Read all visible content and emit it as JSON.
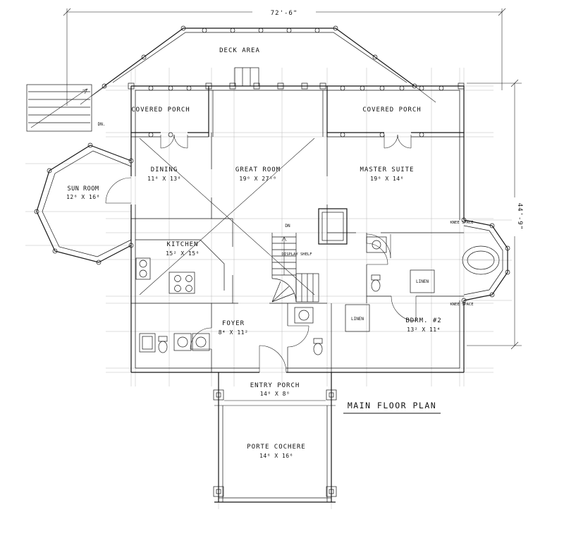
{
  "drawing": {
    "title": "MAIN FLOOR PLAN",
    "dims": {
      "width": "72'-6\"",
      "depth": "44'-9\""
    },
    "areas": {
      "deck": {
        "name": "DECK AREA"
      },
      "covered_porch_left": {
        "name": "COVERED PORCH"
      },
      "covered_porch_right": {
        "name": "COVERED PORCH"
      },
      "sun_room": {
        "name": "SUN ROOM",
        "dims": "12⁶ X 16⁸"
      },
      "dining": {
        "name": "DINING",
        "dims": "11⁸ X 13⁸"
      },
      "great_room": {
        "name": "GREAT ROOM",
        "dims": "19⁶ X 27¹⁰"
      },
      "master_suite": {
        "name": "MASTER SUITE",
        "dims": "19⁶ X 14⁶"
      },
      "kitchen": {
        "name": "KITCHEN",
        "dims": "15² X 15⁶"
      },
      "foyer": {
        "name": "FOYER",
        "dims": "8⁴ X 11²"
      },
      "bedroom2": {
        "name": "BDRM. #2",
        "dims": "13² X 11⁴"
      },
      "entry_porch": {
        "name": "ENTRY PORCH",
        "dims": "14⁶ X 8⁶"
      },
      "porte_cochere": {
        "name": "PORTE COCHERE",
        "dims": "14⁶ X 16⁶"
      }
    },
    "labels": {
      "dn_exterior": "DN.",
      "dn_stairs": "DN",
      "linen_master": "LINEN",
      "linen_foyer": "LINEN",
      "knee_space_top": "KNEE SPACE",
      "knee_space_bottom": "KNEE SPACE",
      "display_shelf": "DISPLAY SHELF"
    },
    "line_color": "#161616",
    "background": "#ffffff"
  }
}
